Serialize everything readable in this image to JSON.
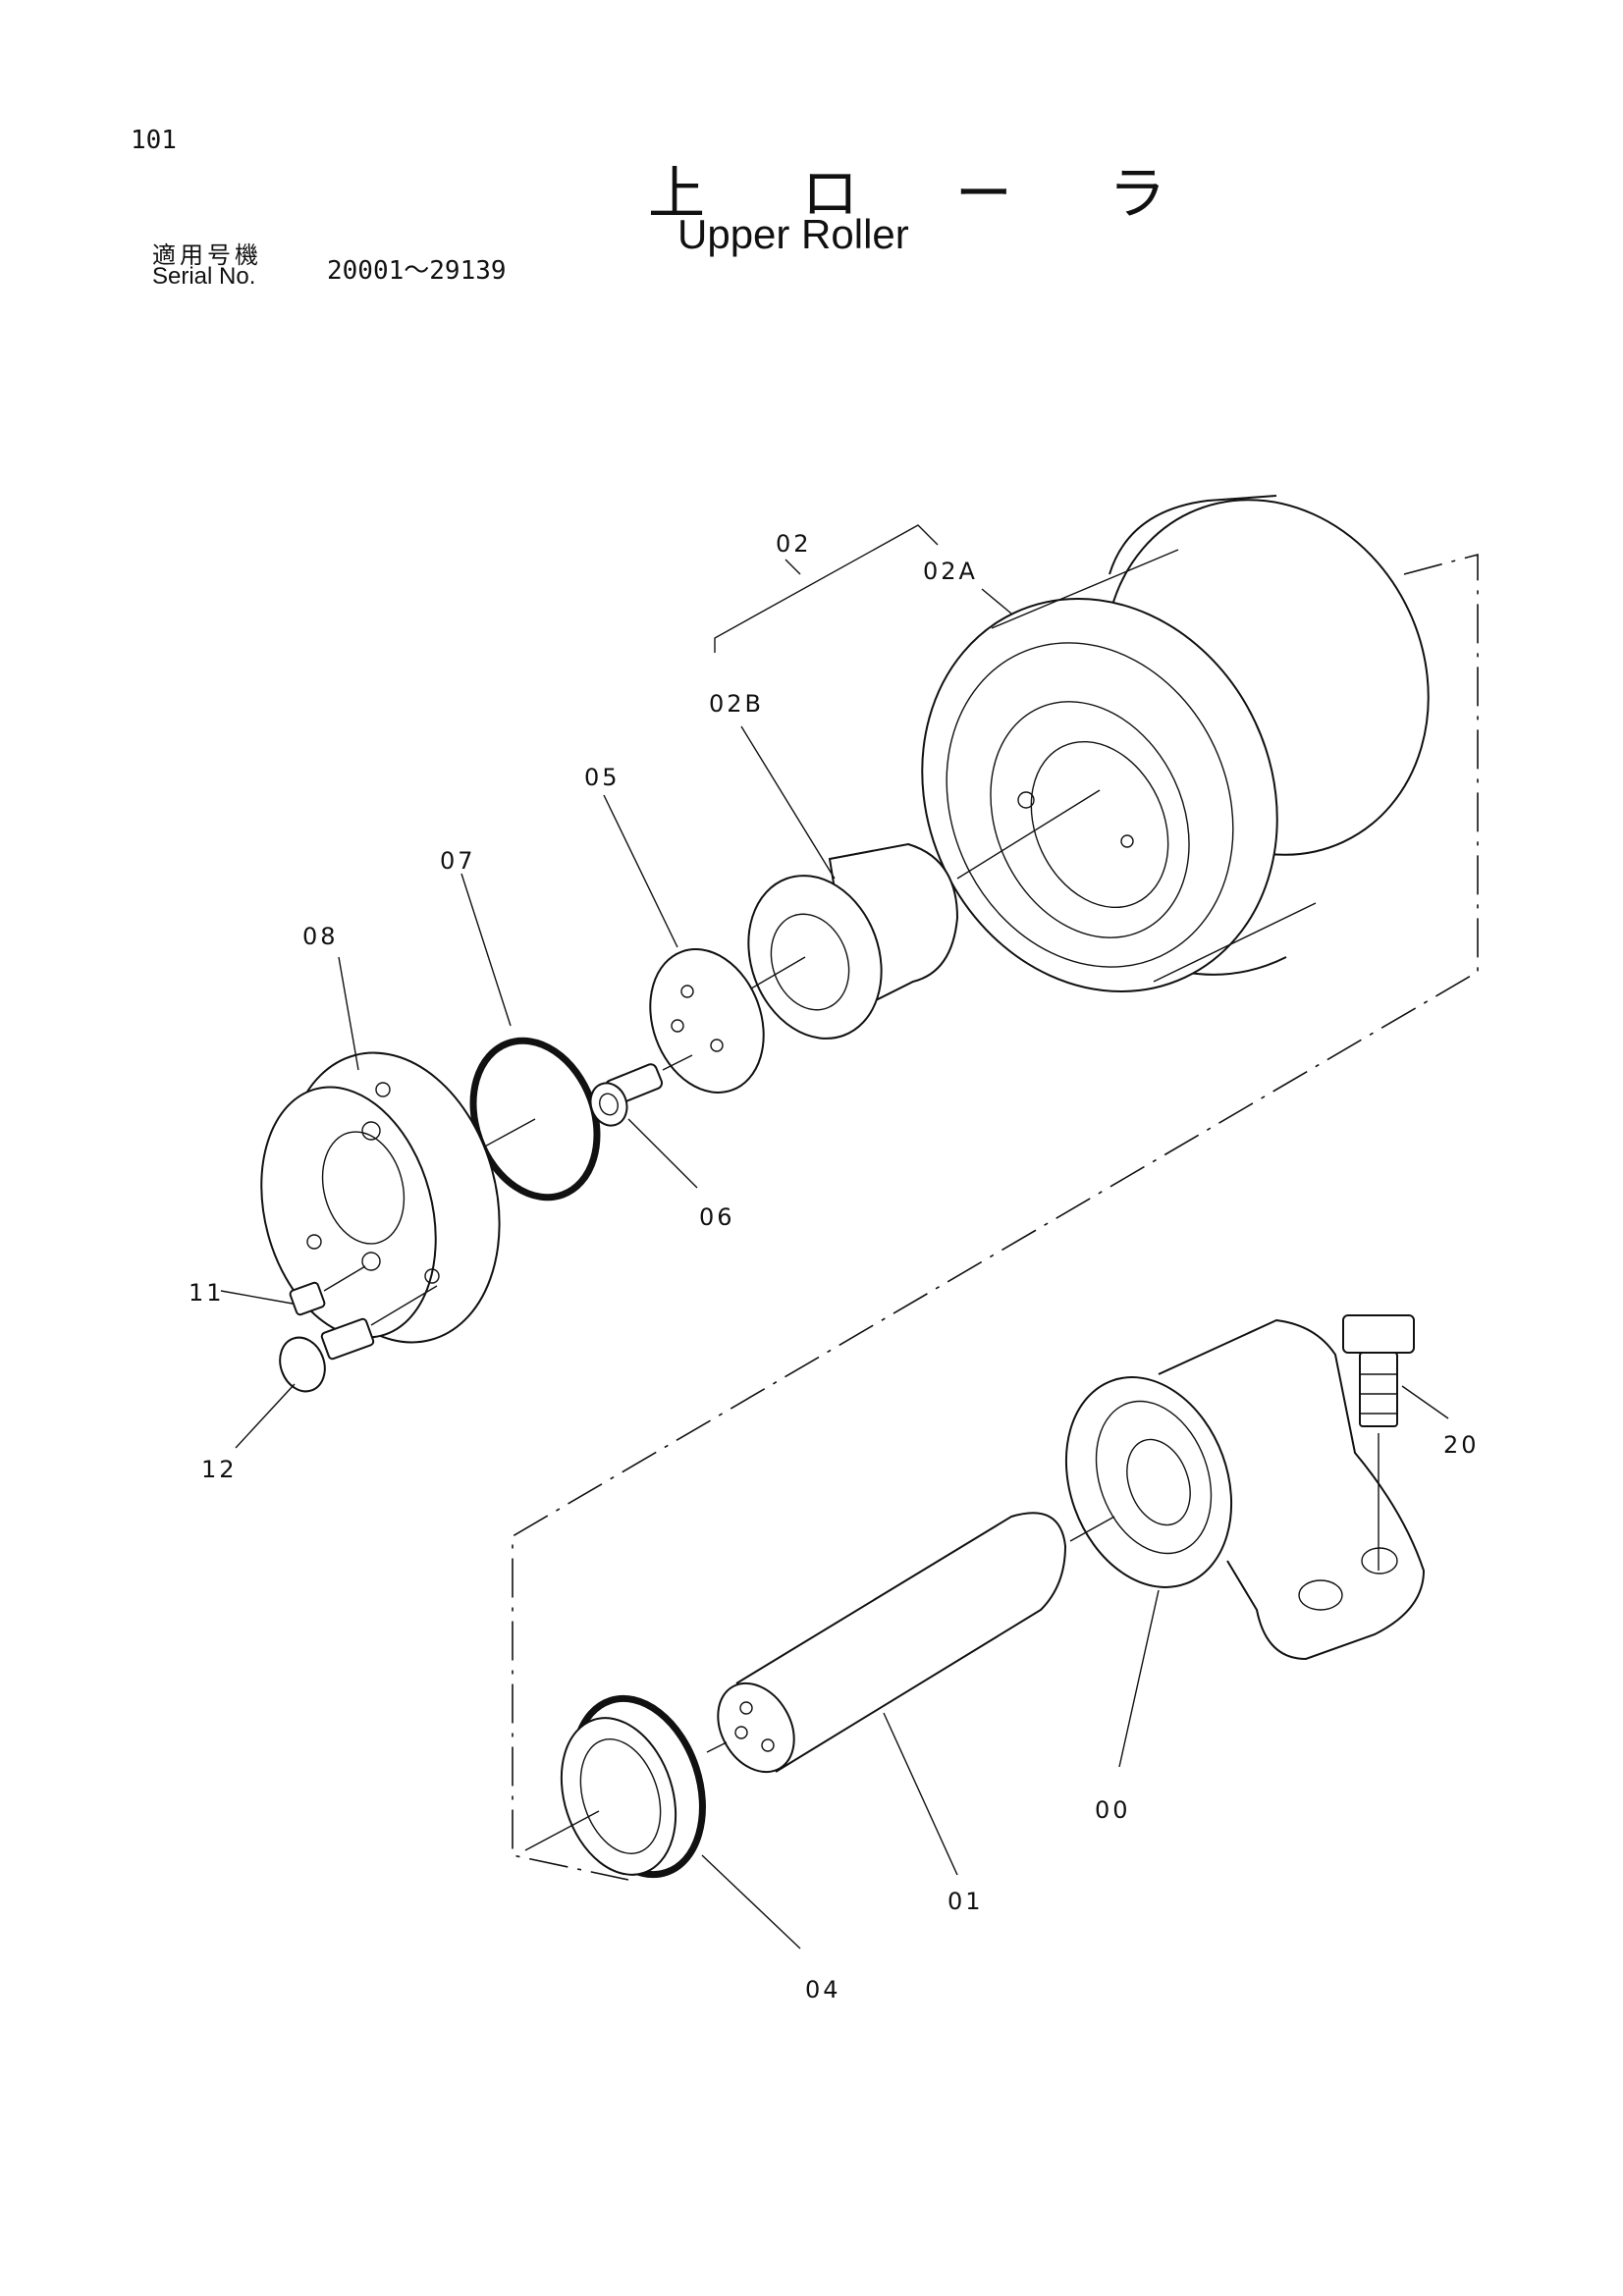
{
  "page": {
    "number": "101"
  },
  "title": {
    "japanese": "上 ロ ー ラ",
    "english": "Upper Roller"
  },
  "serial": {
    "label_jp": "適用号機",
    "label_en": "Serial No.",
    "range": "20001～29139"
  },
  "parts": [
    {
      "id": "part-02",
      "label": "02"
    },
    {
      "id": "part-02a",
      "label": "02A"
    },
    {
      "id": "part-02b",
      "label": "02B"
    },
    {
      "id": "part-05",
      "label": "05"
    },
    {
      "id": "part-07",
      "label": "07"
    },
    {
      "id": "part-08",
      "label": "08"
    },
    {
      "id": "part-06",
      "label": "06"
    },
    {
      "id": "part-11",
      "label": "11"
    },
    {
      "id": "part-12",
      "label": "12"
    },
    {
      "id": "part-20",
      "label": "20"
    },
    {
      "id": "part-00",
      "label": "00"
    },
    {
      "id": "part-01",
      "label": "01"
    },
    {
      "id": "part-04",
      "label": "04"
    }
  ]
}
